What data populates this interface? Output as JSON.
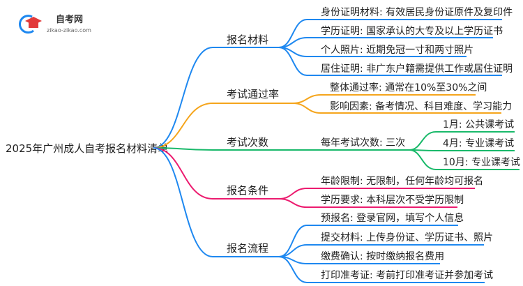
{
  "logo": {
    "name": "自考网",
    "url": "zikao-zikao.com"
  },
  "colors": {
    "blue": "#1e88f0",
    "orange": "#f5a51c",
    "green": "#19b96a",
    "pink": "#ec1b6f"
  },
  "root": "2025年广州成人自考报名材料清单",
  "branches": [
    {
      "label": "报名材料",
      "children": [
        "身份证明材料: 有效居民身份证原件及复印件",
        "学历证明: 国家承认的大专及以上学历证书",
        "个人照片: 近期免冠一寸和两寸照片",
        "居住证明: 非广东户籍需提供工作或居住证明"
      ]
    },
    {
      "label": "考试通过率",
      "children": [
        "整体通过率: 通常在10%至30%之间",
        "影响因素: 备考情况、科目难度、学习能力"
      ]
    },
    {
      "label": "考试次数",
      "children": [
        "每年考试次数: 三次"
      ],
      "grandchildren": [
        "1月: 公共课考试",
        "4月: 专业课考试",
        "10月: 专业课考试"
      ]
    },
    {
      "label": "报名条件",
      "children": [
        "年龄限制: 无限制，任何年龄均可报名",
        "学历要求: 本科层次不受学历限制"
      ]
    },
    {
      "label": "报名流程",
      "children": [
        "预报名: 登录官网，填写个人信息",
        "提交材料: 上传身份证、学历证书、照片",
        "缴费确认: 按时缴纳报名费用",
        "打印准考证: 考前打印准考证并参加考试"
      ]
    }
  ]
}
